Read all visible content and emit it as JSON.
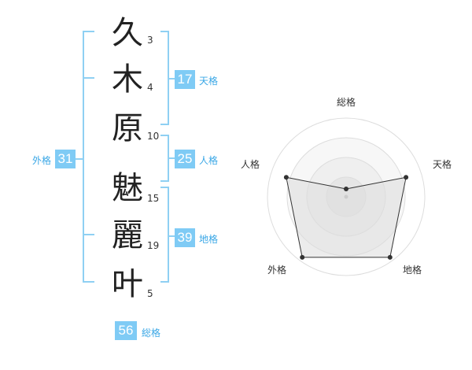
{
  "characters": [
    {
      "char": "久",
      "strokes": "3"
    },
    {
      "char": "木",
      "strokes": "4"
    },
    {
      "char": "原",
      "strokes": "10"
    },
    {
      "char": "魅",
      "strokes": "15"
    },
    {
      "char": "麗",
      "strokes": "19"
    },
    {
      "char": "叶",
      "strokes": "5"
    }
  ],
  "scores": {
    "ten": {
      "value": "17",
      "label": "天格"
    },
    "jin": {
      "value": "25",
      "label": "人格"
    },
    "chi": {
      "value": "39",
      "label": "地格"
    },
    "gai": {
      "value": "31",
      "label": "外格"
    },
    "so": {
      "value": "56",
      "label": "総格"
    }
  },
  "colors": {
    "accent": "#7fcbf5",
    "accent_text": "#3aa7e6",
    "bracket": "#8fd0f3"
  },
  "chart_data": {
    "type": "radar",
    "axes": [
      "総格",
      "天格",
      "地格",
      "外格",
      "人格"
    ],
    "values": [
      0.1,
      0.8,
      0.95,
      0.95,
      0.8
    ],
    "rmax": 1,
    "rings": 4
  }
}
